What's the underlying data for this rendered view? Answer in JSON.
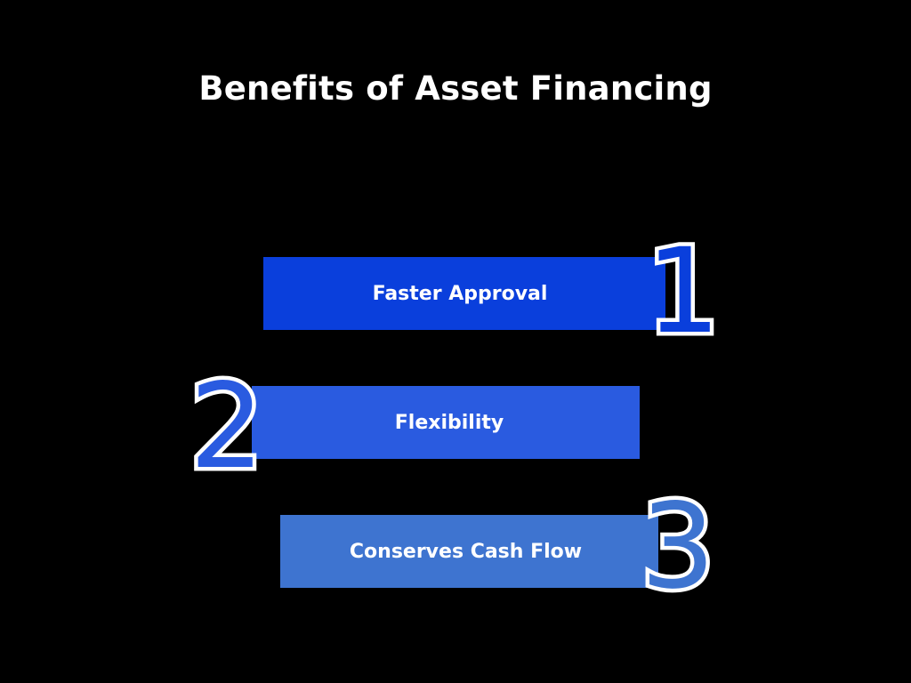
{
  "title": "Benefits of Asset Financing",
  "items": [
    {
      "number": "1",
      "label": "Faster Approval",
      "color": "#0a3fdc"
    },
    {
      "number": "2",
      "label": "Flexibility",
      "color": "#2a5be0"
    },
    {
      "number": "3",
      "label": "Conserves Cash Flow",
      "color": "#3e74d0"
    }
  ],
  "colors": {
    "background": "#000000",
    "text": "#ffffff",
    "outline": "#ffffff"
  }
}
